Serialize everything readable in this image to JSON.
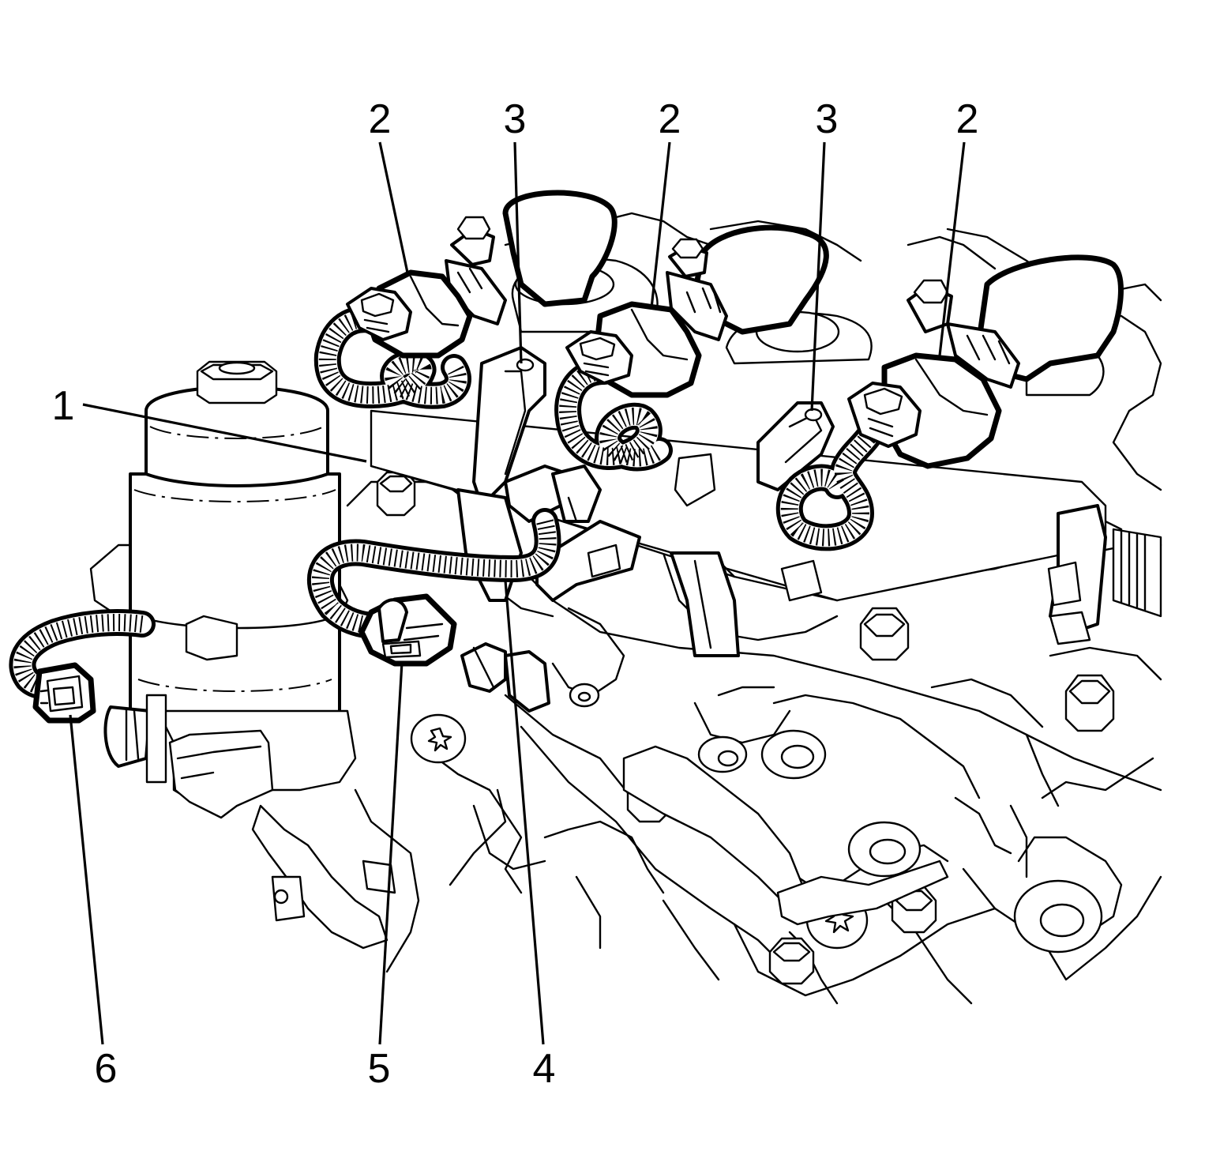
{
  "callouts": [
    "2",
    "3",
    "2",
    "3",
    "2",
    "1",
    "6",
    "5",
    "4"
  ]
}
